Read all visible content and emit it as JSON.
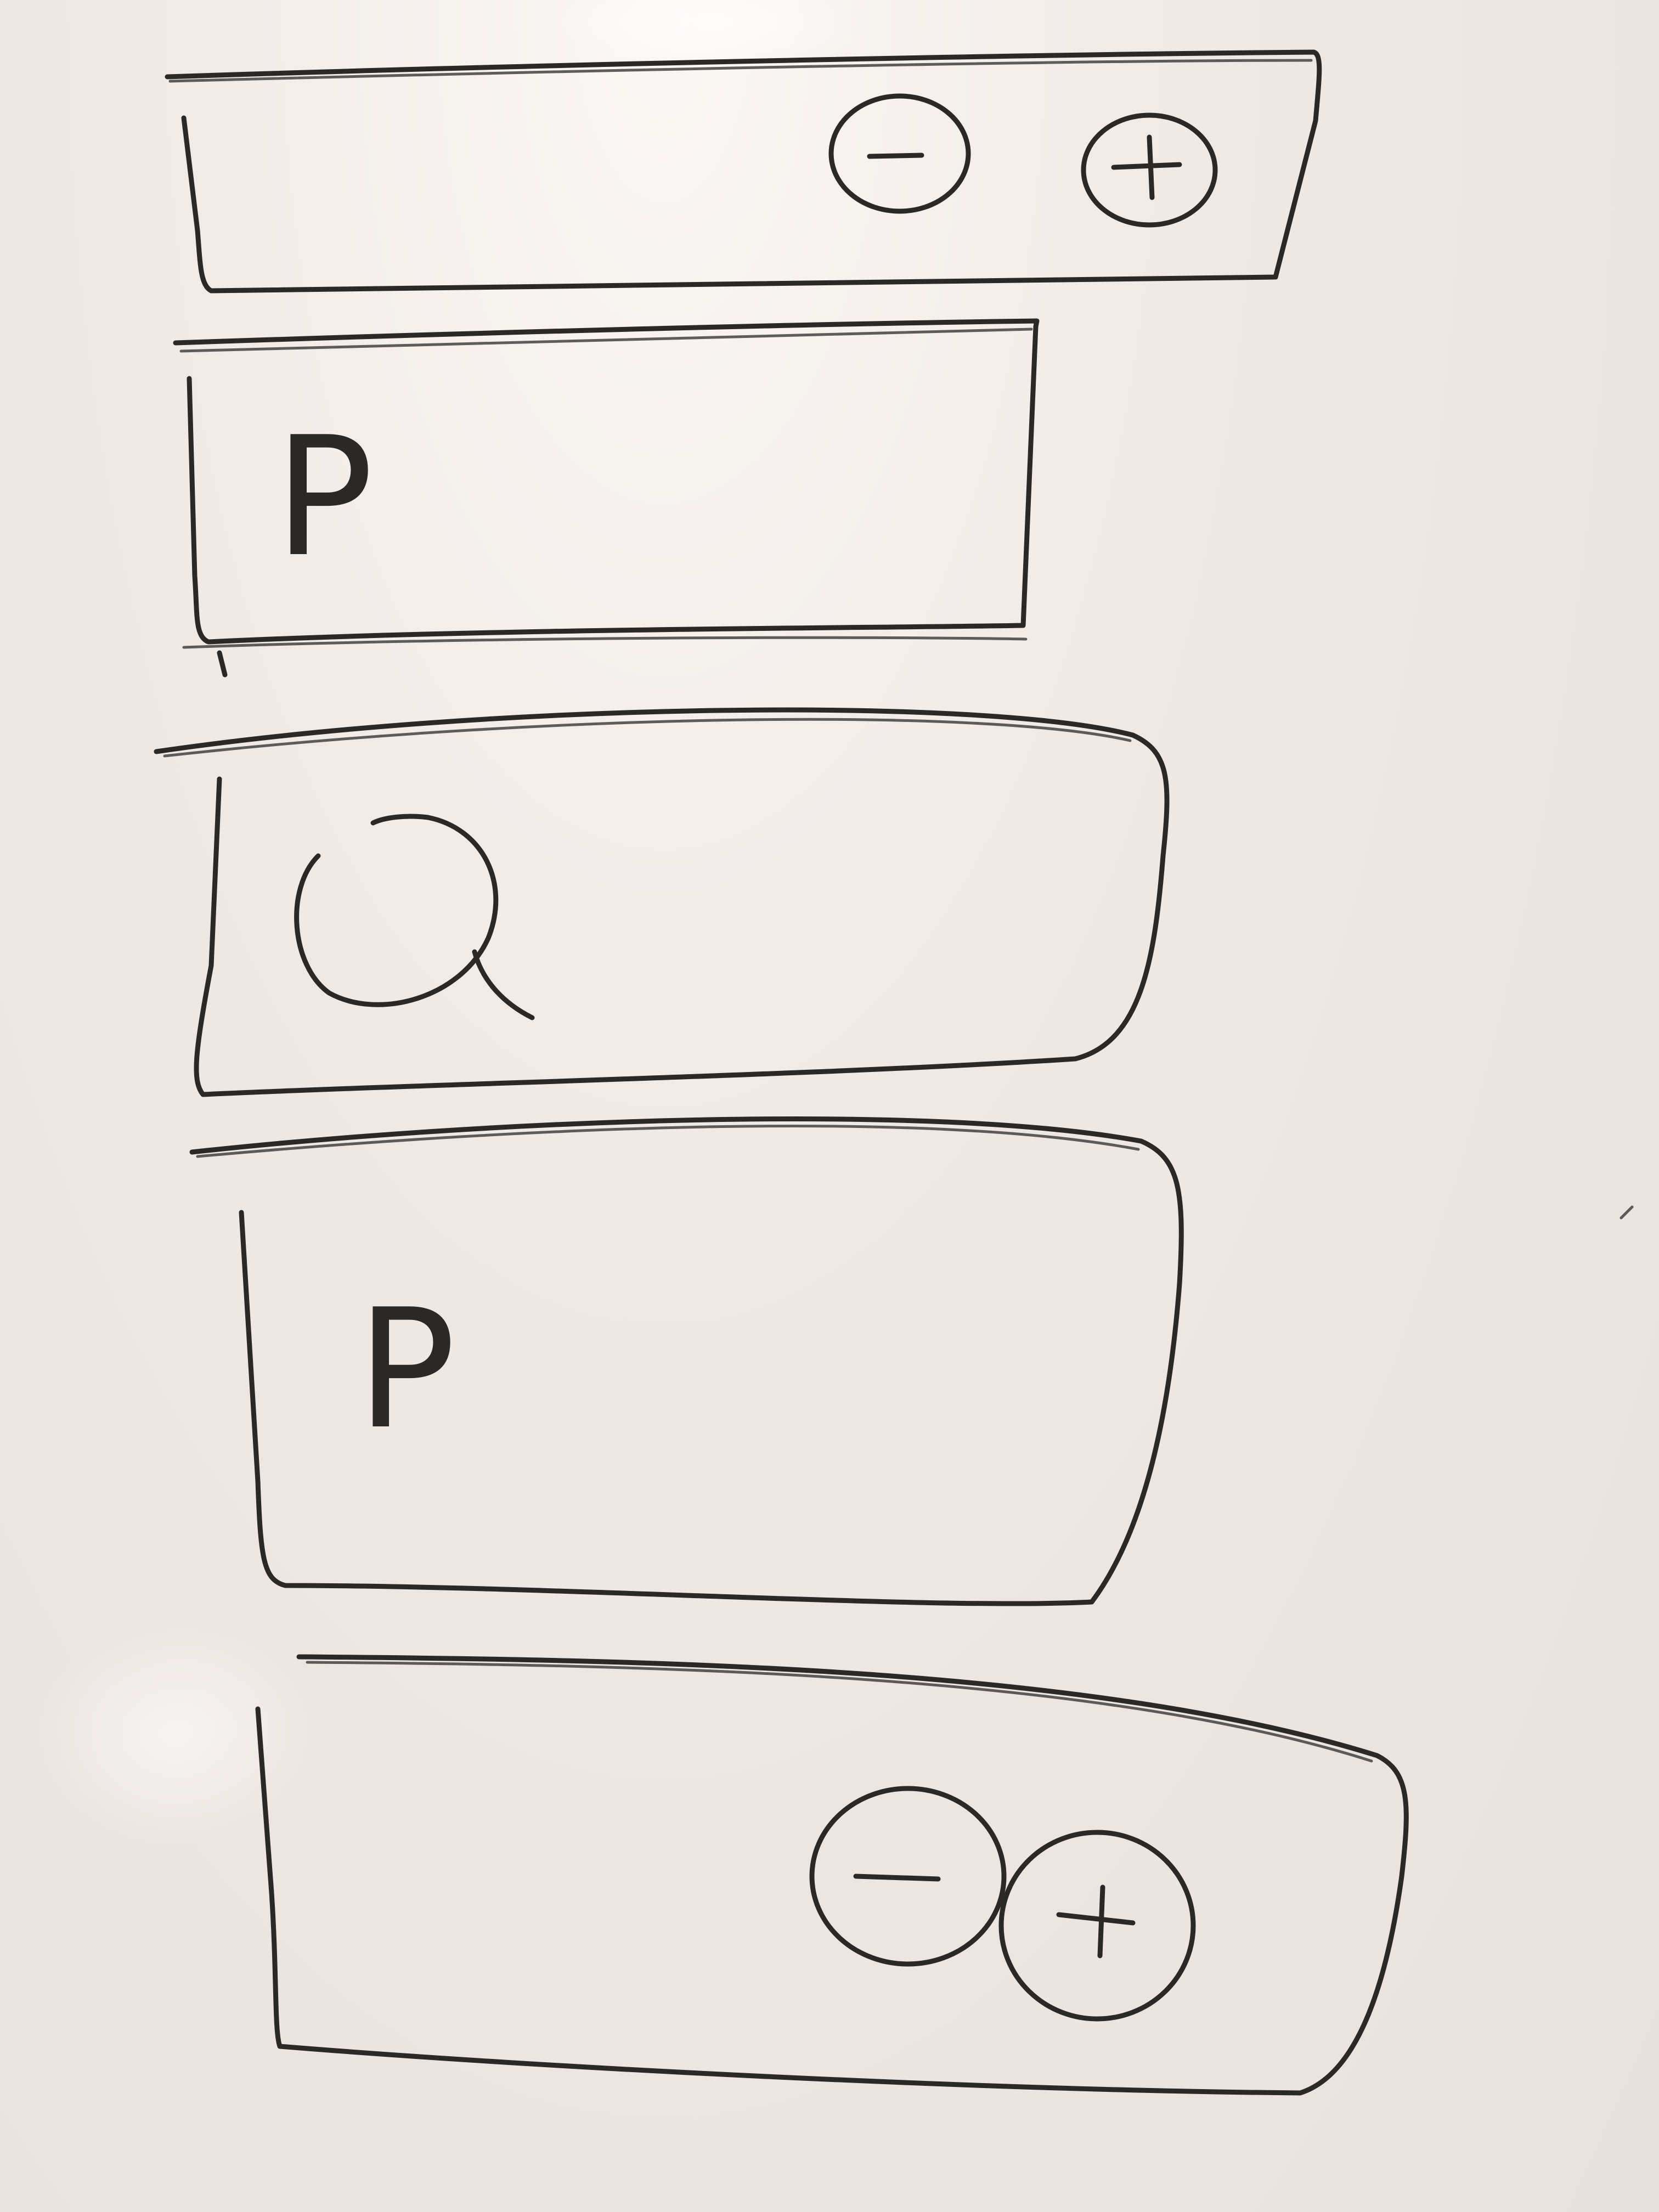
{
  "panels": [
    {
      "id": "top-zoom-bar",
      "controls": [
        "zoom-out",
        "zoom-in"
      ]
    },
    {
      "id": "p-panel-1",
      "label": "P"
    },
    {
      "id": "search-panel",
      "icon": "search-icon"
    },
    {
      "id": "p-panel-2",
      "label": "P"
    },
    {
      "id": "bottom-zoom-bar",
      "controls": [
        "zoom-out",
        "zoom-in"
      ]
    }
  ],
  "labels": {
    "p1": "P",
    "p2": "P",
    "minus": "−",
    "plus": "+"
  },
  "colors": {
    "ink": "#2b2828",
    "board": "#efe9e5"
  }
}
